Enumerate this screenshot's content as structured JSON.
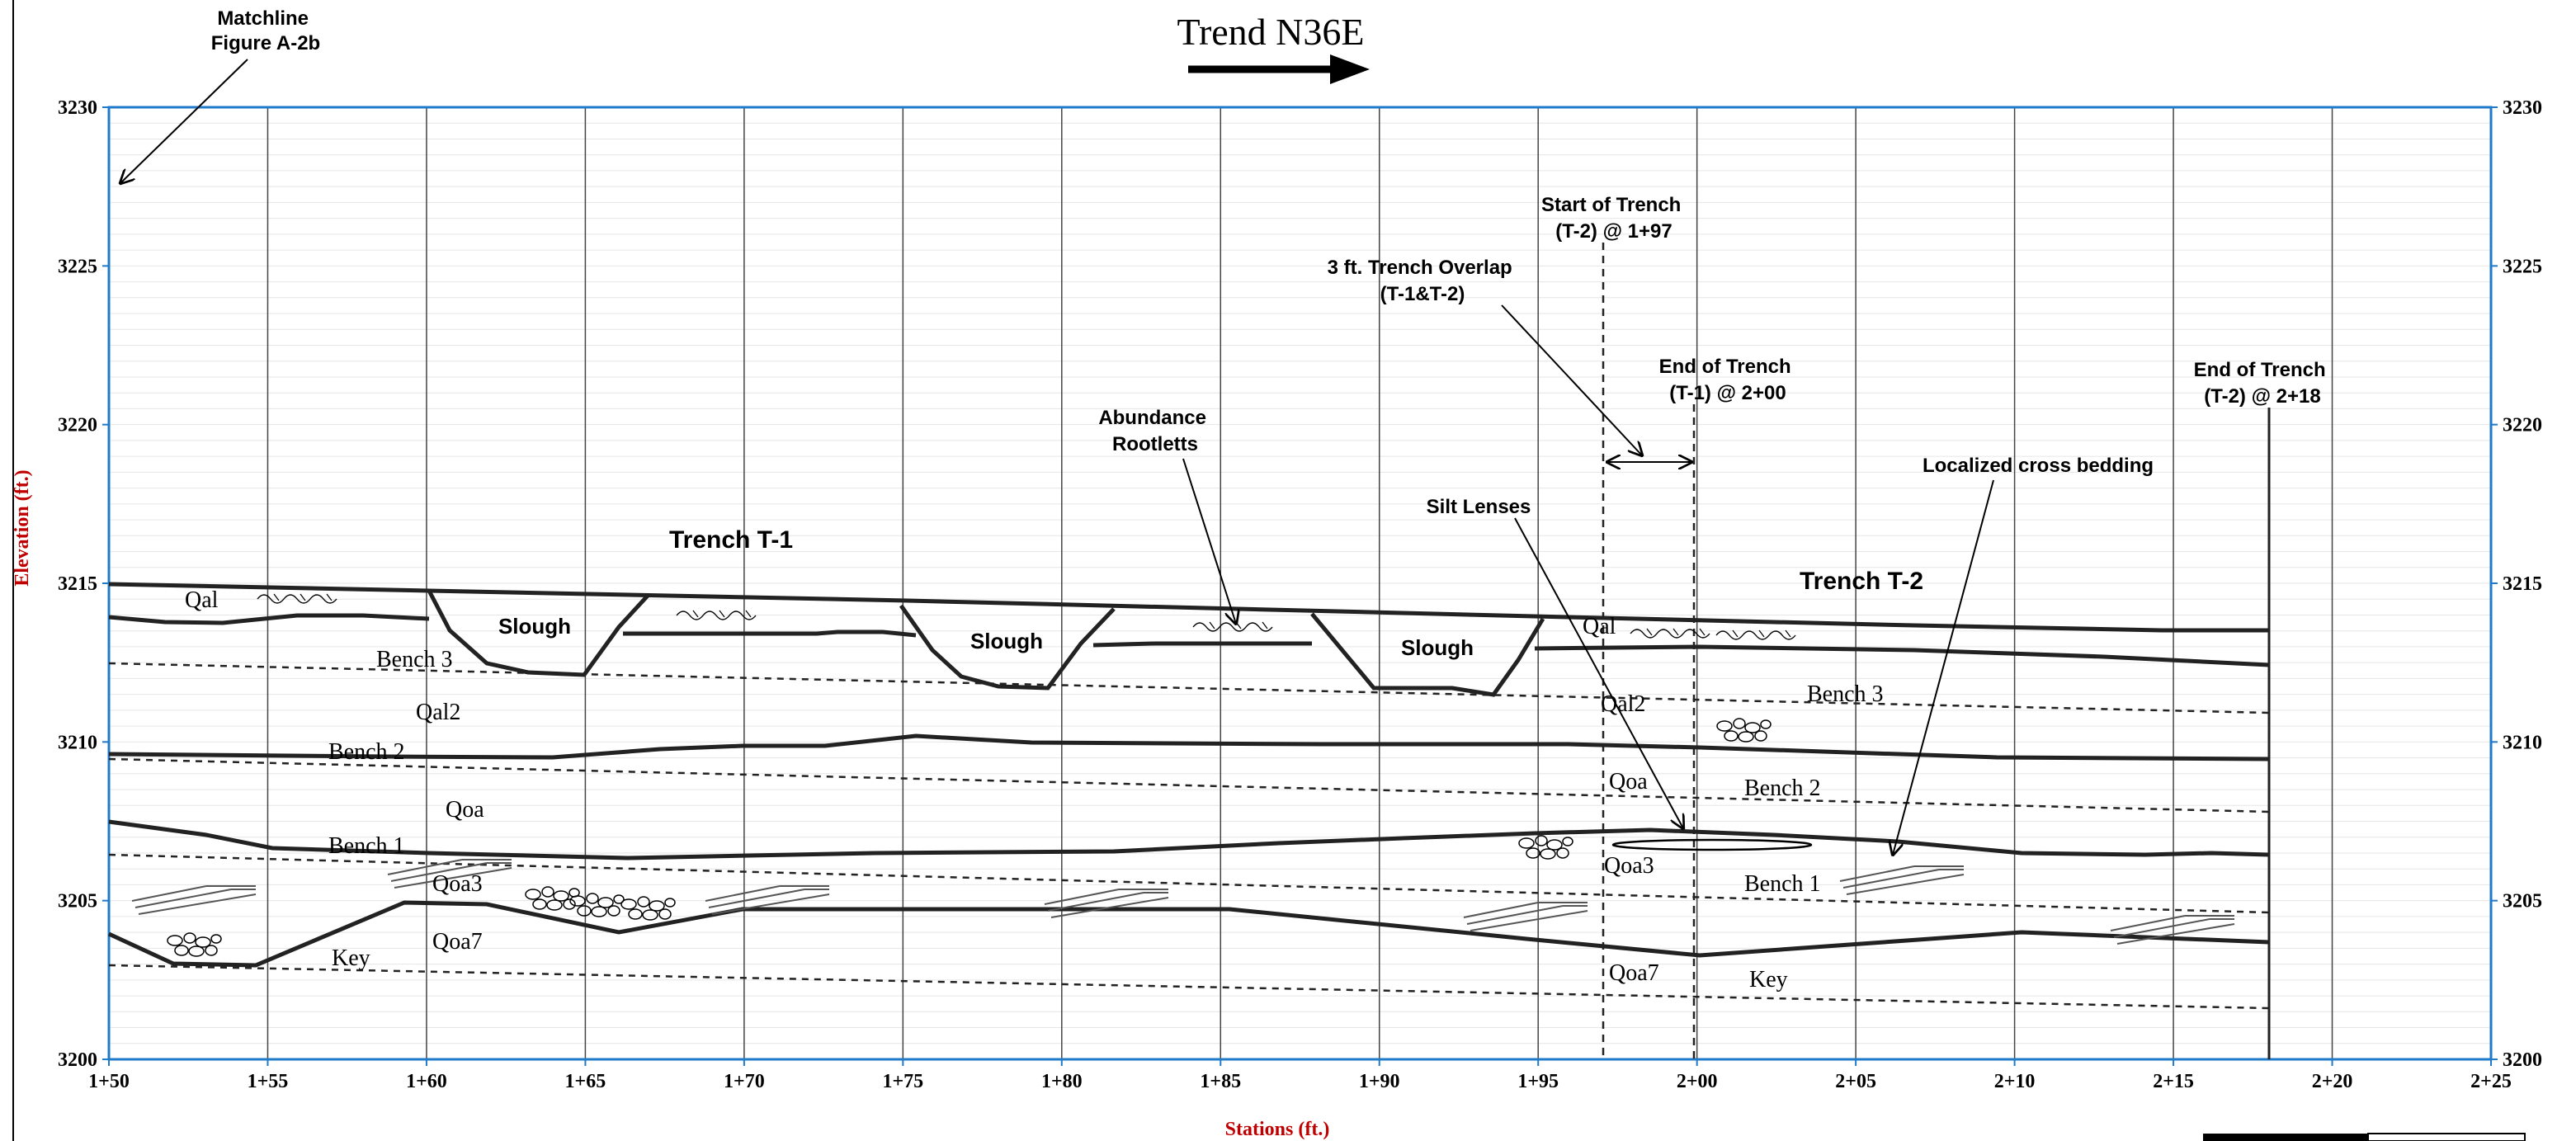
{
  "title": "Trend N36E",
  "matchline": {
    "line1": "Matchline",
    "line2": "Figure A-2b"
  },
  "axes": {
    "xlabel": "Stations (ft.)",
    "ylabel": "Elevation (ft.)",
    "y_ticks": [
      "3230",
      "3225",
      "3220",
      "3215",
      "3210",
      "3205",
      "3200"
    ],
    "x_ticks": [
      "1+50",
      "1+55",
      "1+60",
      "1+65",
      "1+70",
      "1+75",
      "1+80",
      "1+85",
      "1+90",
      "1+95",
      "2+00",
      "2+05",
      "2+10",
      "2+15",
      "2+20",
      "2+25"
    ],
    "colors": {
      "frame": "#1f7ac9",
      "axis_label": "#c00000"
    }
  },
  "annotations": {
    "start_t2": {
      "line1": "Start of Trench",
      "line2": "(T-2) @ 1+97"
    },
    "overlap": {
      "line1": "3 ft. Trench Overlap",
      "line2": "(T-1&T-2)"
    },
    "end_t1": {
      "line1": "End of Trench",
      "line2": "(T-1) @ 2+00"
    },
    "end_t2": {
      "line1": "End of Trench",
      "line2": "(T-2) @ 2+18"
    },
    "rootletts": {
      "line1": "Abundance",
      "line2": "Rootletts"
    },
    "silt": "Silt Lenses",
    "crossbed": "Localized cross bedding",
    "trench_t1": "Trench T-1",
    "trench_t2": "Trench T-2",
    "slough": "Slough"
  },
  "units": {
    "qal": "Qal",
    "qal2": "Qal2",
    "qoa": "Qoa",
    "qoa3": "Qoa3",
    "qoa7": "Qoa7",
    "qal_right": "Qal",
    "qal2_right": "Qal2",
    "qoa_right": "Qoa",
    "qoa3_right": "Qoa3",
    "qoa7_right": "Qoa7"
  },
  "benches": {
    "bench3": "Bench 3",
    "bench2": "Bench 2",
    "bench1": "Bench 1",
    "key": "Key",
    "bench3_r": "Bench 3",
    "bench2_r": "Bench 2",
    "bench1_r": "Bench 1",
    "key_r": "Key"
  }
}
